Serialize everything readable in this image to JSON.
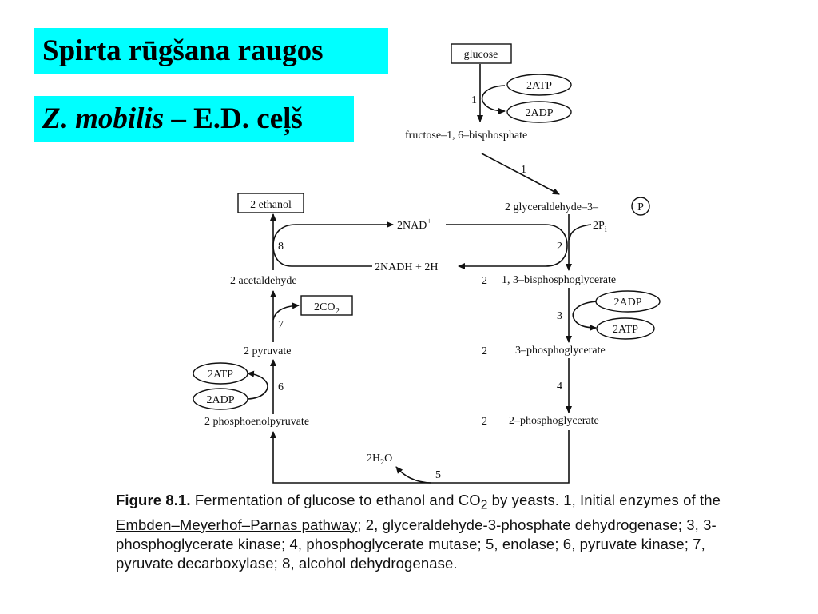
{
  "slide": {
    "title": "Spirta rūgšana raugos",
    "subtitle_italic": "Z. mobilis",
    "subtitle_rest": " – E.D. ceļš"
  },
  "diagram": {
    "glucose": "glucose",
    "atp_top": "2ATP",
    "adp_top": "2ADP",
    "step1a": "1",
    "fructose": "fructose–1, 6–bisphosphate",
    "step1b": "1",
    "g3p_text": "2 glyceraldehyde–3–",
    "g3p_p": "P",
    "pi_main": "2P",
    "pi_sub": "i",
    "ethanol": "2 ethanol",
    "nad": "2NAD",
    "nad_sup": "+",
    "nadh": "2NADH + 2H",
    "step8": "8",
    "step2": "2",
    "acetaldehyde": "2 acetaldehyde",
    "bpg_coef": "2",
    "bpg": "1, 3–bisphosphoglycerate",
    "co2_main": "2CO",
    "co2_sub": "2",
    "step7": "7",
    "adp_mid": "2ADP",
    "atp_mid": "2ATP",
    "step3": "3",
    "pyruvate": "2 pyruvate",
    "pg3_coef": "2",
    "pg3": "3–phosphoglycerate",
    "atp_left": "2ATP",
    "adp_left": "2ADP",
    "step6": "6",
    "step4": "4",
    "pep": "2 phosphoenolpyruvate",
    "pg2_coef": "2",
    "pg2": "2–phosphoglycerate",
    "h2o_a": "2H",
    "h2o_sub": "2",
    "h2o_b": "O",
    "step5": "5"
  },
  "caption": {
    "fig_label": "Figure 8.1.",
    "text1": " Fermentation of glucose to ethanol and CO",
    "co2_sub": "2",
    "text2": " by yeasts. 1, Initial enzymes of the ",
    "underlined": "Embden–Meyerhof–Parnas pathway",
    "text3": "; 2, glyceraldehyde-3-phosphate dehydrogenase; 3, 3-phosphoglycerate kinase; 4, phosphoglycerate mutase; 5, enolase; 6, pyruvate kinase; 7, pyruvate decarboxylase; 8, alcohol dehydrogenase."
  }
}
